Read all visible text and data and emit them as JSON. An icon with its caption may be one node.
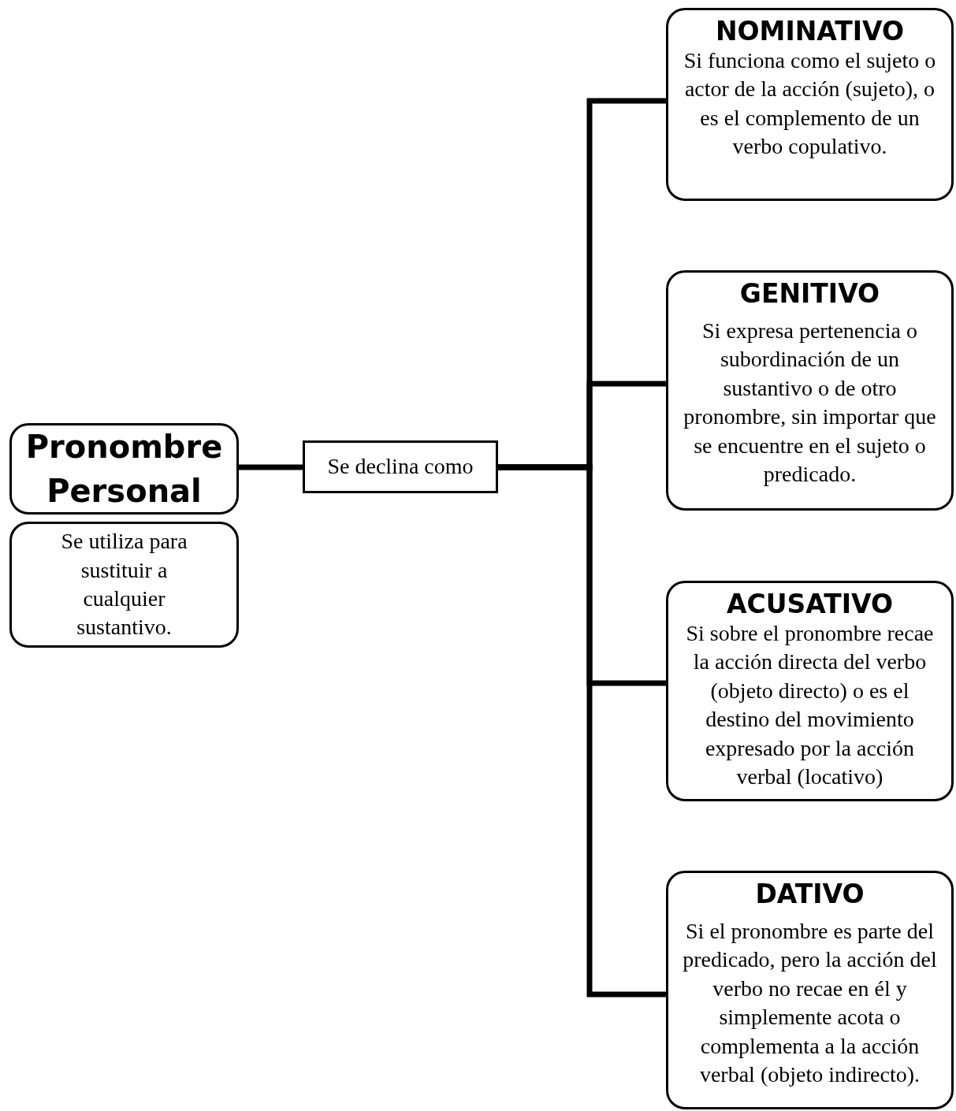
{
  "diagram": {
    "nodes": [
      {
        "text": [
          "Pronombre Personal"
        ]
      },
      {
        "text": [
          "Se utiliza para sustituir a cualquier sustantivo."
        ]
      },
      {
        "text": [
          "Se declina como"
        ]
      },
      {
        "text": [
          "NOMINATIVO",
          "Si funciona como el sujeto o actor de la acción (sujeto), o es el complemento de un verbo copulativo."
        ]
      },
      {
        "text": [
          "GENITIVO",
          "Si expresa pertenencia o subordinación de un sustantivo o de otro pronombre, sin importar que se encuentre en el sujeto o predicado."
        ]
      },
      {
        "text": [
          "ACUSATIVO",
          "Si sobre el pronombre recae la acción directa del verbo (objeto directo) o es el destino del movimiento expresado por la acción verbal (locativo)"
        ]
      },
      {
        "text": [
          "DATIVO",
          "Si el pronombre es parte del predicado, pero la acción del verbo no recae en él y simplemente acota o complementa a la acción verbal (objeto indirecto)."
        ]
      }
    ],
    "edges": [
      {
        "from": 0,
        "to": 2,
        "arrow": "none"
      },
      {
        "from": 2,
        "to": 3,
        "arrow": "none"
      },
      {
        "from": 2,
        "to": 4,
        "arrow": "none"
      },
      {
        "from": 2,
        "to": 5,
        "arrow": "none"
      },
      {
        "from": 2,
        "to": 6,
        "arrow": "none"
      }
    ]
  }
}
